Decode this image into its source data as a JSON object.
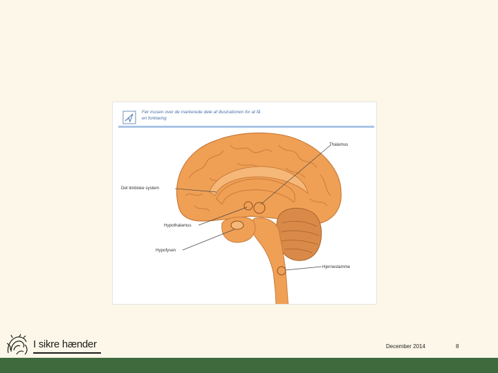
{
  "figure": {
    "hint": "Før musen over de markerede dele af illustrationen for at få en forklaring",
    "labels": {
      "thalamus": "Thalamus",
      "limbic": "Det limbiske system",
      "hypothalamus": "Hypothalamus",
      "hypophysis": "Hypofysen",
      "brainstem": "Hjernestamme"
    },
    "colors": {
      "brain": "#f0a055",
      "brain_dark": "#c87a3a",
      "inner": "#f6b878",
      "cerebellum": "#d98a48"
    }
  },
  "footer": {
    "brand": "I sikre hænder",
    "date": "December 2014",
    "page": "8",
    "band_color": "#3e6a3e"
  }
}
